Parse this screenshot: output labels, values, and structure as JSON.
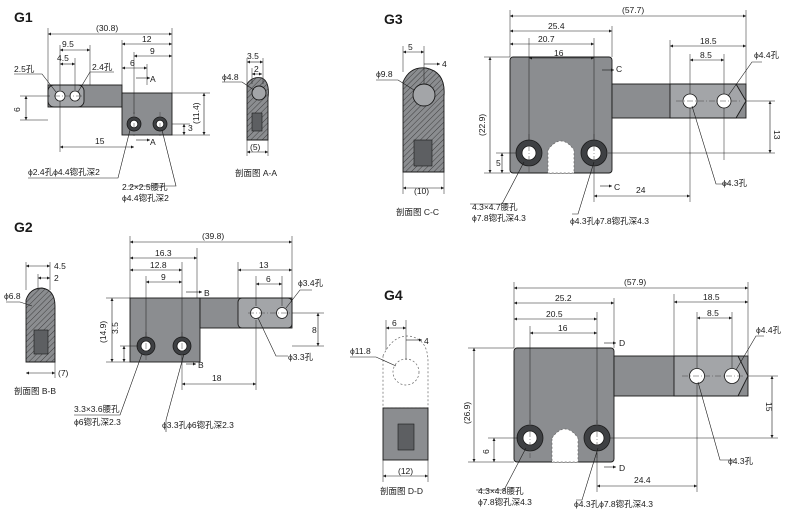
{
  "views": {
    "g1": {
      "title": "G1",
      "dims": {
        "overall": "(30.8)",
        "d9_5": "9.5",
        "d4_5": "4.5",
        "hole_left": "2.5孔",
        "hole_right": "2.4孔",
        "d12": "12",
        "d9": "9",
        "d6w": "6",
        "d6h": "6",
        "d11_4": "(11.4)",
        "d3": "3",
        "d15": "15",
        "sec_top": "A",
        "sec_bot": "A"
      },
      "notes": {
        "cbore": "ϕ2.4孔ϕ4.4锪孔深2",
        "slot": "2.2×2.5腰孔",
        "slot2": "ϕ4.4锪孔深2"
      },
      "section": {
        "d3_5": "3.5",
        "d2": "2",
        "phi": "ϕ4.8",
        "d5": "(5)",
        "caption": "剖面图 A-A"
      }
    },
    "g2": {
      "title": "G2",
      "dims": {
        "overall": "(39.8)",
        "d16_3": "16.3",
        "d12_8": "12.8",
        "d9": "9",
        "d13": "13",
        "d6": "6",
        "hole": "ϕ3.4孔",
        "d14_9": "(14.9)",
        "d3_5": "3.5",
        "d8": "8",
        "d18": "18",
        "hole2": "ϕ3.3孔",
        "sec_top": "B",
        "sec_bot": "B"
      },
      "notes": {
        "slot": "3.3×3.6腰孔",
        "slot2": "ϕ6锪孔深2.3",
        "cbore": "ϕ3.3孔ϕ6锪孔深2.3"
      },
      "section": {
        "d4_5": "4.5",
        "d2": "2",
        "phi": "ϕ6.8",
        "d7": "(7)",
        "caption": "剖面图 B-B"
      }
    },
    "g3": {
      "title": "G3",
      "dims": {
        "overall": "(57.7)",
        "d25_4": "25.4",
        "d20_7": "20.7",
        "d16": "16",
        "d18_5": "18.5",
        "d8_5": "8.5",
        "hole": "ϕ4.4孔",
        "d22_9": "(22.9)",
        "d5": "5",
        "d13": "13",
        "d24": "24",
        "hole2": "ϕ4.3孔",
        "sec_top": "C",
        "sec_bot": "C"
      },
      "notes": {
        "slot": "4.3×4.7腰孔",
        "slot2": "ϕ7.8锪孔深4.3",
        "cbore": "ϕ4.3孔ϕ7.8锪孔深4.3"
      },
      "section": {
        "d5": "5",
        "d4": "4",
        "phi": "ϕ9.8",
        "d10": "(10)",
        "caption": "剖面图 C-C"
      }
    },
    "g4": {
      "title": "G4",
      "dims": {
        "overall": "(57.9)",
        "d25_2": "25.2",
        "d20_5": "20.5",
        "d16": "16",
        "d18_5": "18.5",
        "d8_5": "8.5",
        "hole": "ϕ4.4孔",
        "d26_9": "(26.9)",
        "d6": "6",
        "d15": "15",
        "d24_4": "24.4",
        "hole2": "ϕ4.3孔",
        "sec_top": "D",
        "sec_bot": "D"
      },
      "notes": {
        "slot": "4.3×4.8腰孔",
        "slot2": "ϕ7.8锪孔深4.3",
        "cbore": "ϕ4.3孔ϕ7.8锪孔深4.3"
      },
      "section": {
        "d6": "6",
        "d4": "4",
        "phi": "ϕ11.8",
        "d12": "(12)",
        "caption": "剖面图 D-D"
      }
    }
  }
}
